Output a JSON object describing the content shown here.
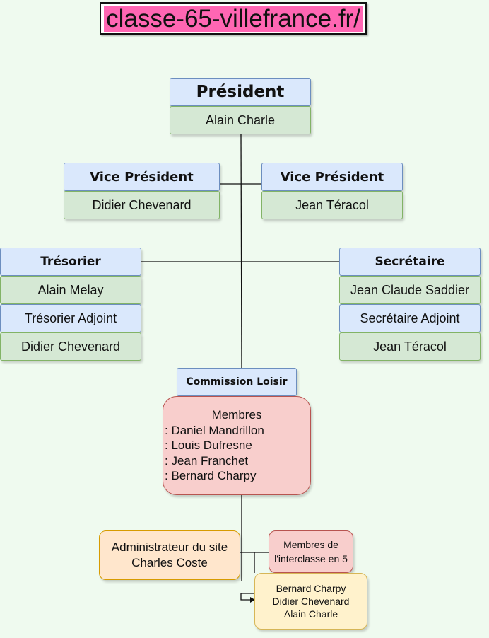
{
  "title": "classe-65-villefrance.fr/",
  "president": {
    "role": "Président",
    "name": "Alain Charle"
  },
  "vp_left": {
    "role": "Vice Président",
    "name": "Didier Chevenard"
  },
  "vp_right": {
    "role": "Vice Président",
    "name": "Jean Téracol"
  },
  "tresorier": {
    "role": "Trésorier",
    "name": "Alain Melay",
    "adjoint_role": "Trésorier Adjoint",
    "adjoint_name": "Didier Chevenard"
  },
  "secretaire": {
    "role": "Secrétaire",
    "name": "Jean Claude Saddier",
    "adjoint_role": "Secrétaire Adjoint",
    "adjoint_name": "Jean Téracol"
  },
  "commission": {
    "title": "Commission Loisir",
    "members_label": "Membres",
    "members": [
      ": Daniel Mandrillon",
      ": Louis Dufresne",
      ": Jean Franchet",
      ": Bernard Charpy"
    ]
  },
  "admin": {
    "line1": "Administrateur du site",
    "line2": "Charles Coste"
  },
  "interclasse": {
    "line1": "Membres de",
    "line2": "l'interclasse en 5",
    "names": [
      "Bernard Charpy",
      "Didier Chevenard",
      "Alain Charle"
    ]
  }
}
